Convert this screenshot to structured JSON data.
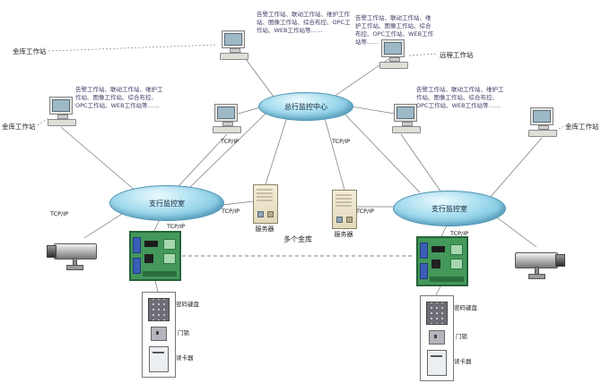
{
  "clouds": {
    "hq": "总行监控中心",
    "branch_left": "支行监控室",
    "branch_right": "支行监控室"
  },
  "notes": {
    "top_left": "告警工作站、联动工作站、维护工作站、图像工作站、综合布控、OPC工作站、WEB工作站等……",
    "top_right": "告警工作站、联动工作站、维护工作站、图像工作站、综合布控、OPC工作站、WEB工作站等……",
    "mid_left": "告警工作站、联动工作站、维护工作站、图像工作站、综合布控、OPC工作站、WEB工作站等……",
    "mid_right": "告警工作站、联动工作站、维护工作站、图像工作站、综合布控、OPC工作站、WEB工作站等……"
  },
  "labels": {
    "vault_ws_top": "金库工作站",
    "remote_ws": "远程工作站",
    "vault_ws_left": "金库工作站",
    "vault_ws_right": "金库工作站",
    "tcpip": "TCP/IP",
    "server": "服务器",
    "multi_vault": "多个金库",
    "keypad": "密码键盘",
    "lock": "门锁",
    "reader": "读卡器"
  },
  "colors": {
    "cloud_blue": "#5cb2d5",
    "board_green": "#43985a",
    "server_beige": "#e3dabb"
  }
}
